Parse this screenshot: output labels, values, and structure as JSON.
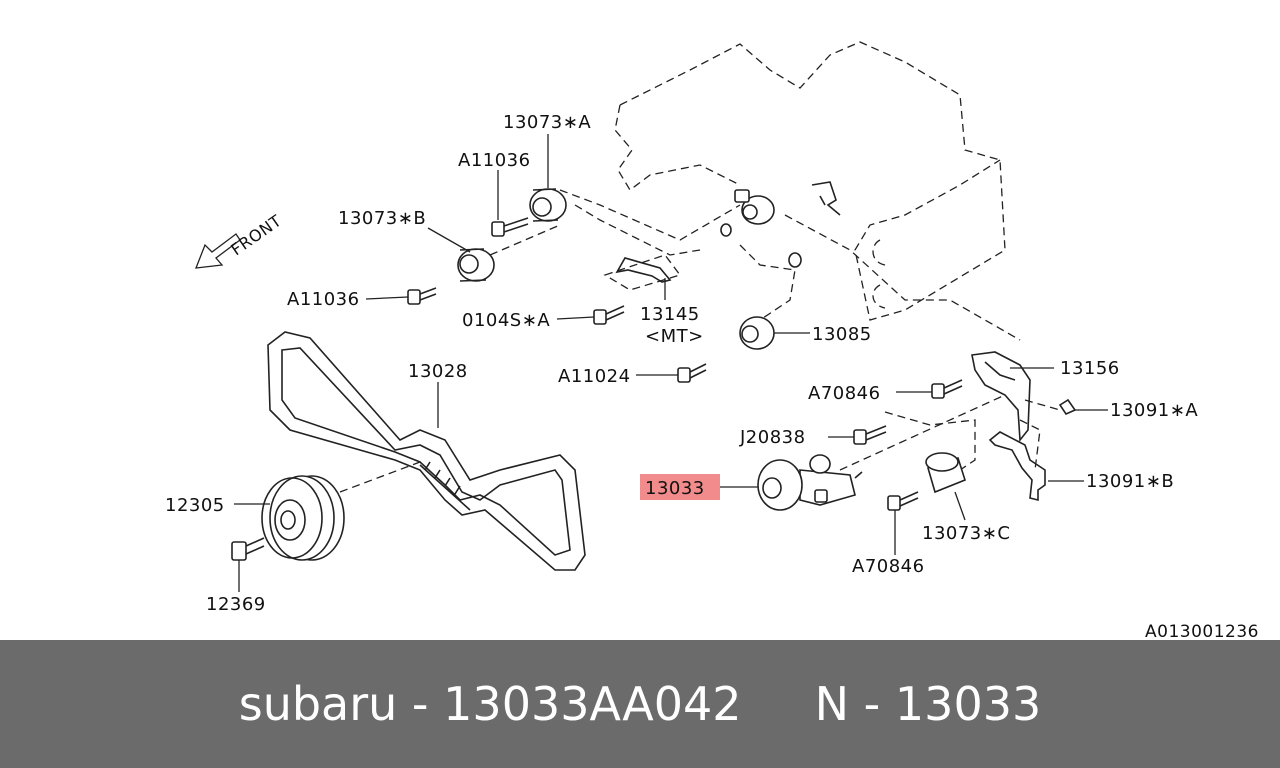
{
  "diagram": {
    "front_label": "FRONT",
    "ref_code": "A013001236",
    "labels": {
      "l13073a": "13073∗A",
      "l11036a": "A11036",
      "l13073b": "13073∗B",
      "l11036b": "A11036",
      "l0104s": "0104S∗A",
      "l13145": "13145",
      "lmt": "<MT>",
      "l13085": "13085",
      "l11024": "A11024",
      "l13156": "13156",
      "l70846a": "A70846",
      "l13091a": "13091∗A",
      "l20838": "J20838",
      "l13033": "13033",
      "l13091b": "13091∗B",
      "l13073c": "13073∗C",
      "l70846b": "A70846",
      "l13028": "13028",
      "l12305": "12305",
      "l12369": "12369"
    },
    "highlight_color": "#f28b8b"
  },
  "footer": {
    "brand": "subaru",
    "sep1": " - ",
    "part_number": "13033AA042",
    "gap": "     ",
    "n_label": "N",
    "sep2": " - ",
    "n_value": "13033"
  }
}
